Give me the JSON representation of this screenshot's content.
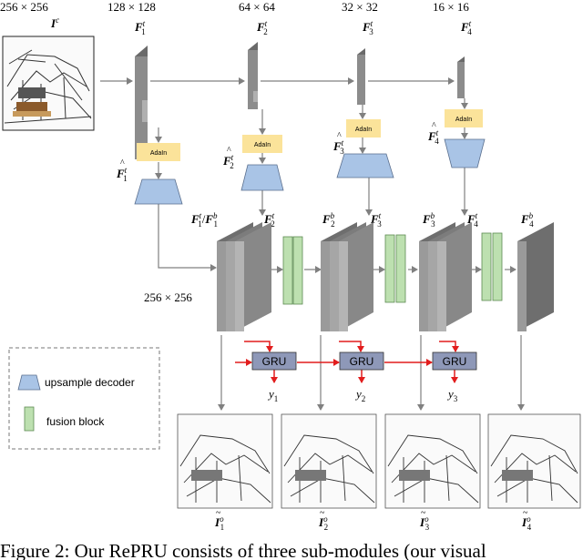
{
  "sizes": {
    "s256_top": "256 × 256",
    "s128": "128 × 128",
    "s64": "64 × 64",
    "s32": "32 × 32",
    "s16": "16 × 16",
    "s256_mid": "256 × 256"
  },
  "labels": {
    "input_base": "I",
    "input_sup": "c",
    "f1": {
      "base": "F",
      "sup": "t",
      "sub": "1"
    },
    "f2": {
      "base": "F",
      "sup": "t",
      "sub": "2"
    },
    "f3": {
      "base": "F",
      "sup": "t",
      "sub": "3"
    },
    "f4": {
      "base": "F",
      "sup": "t",
      "sub": "4"
    },
    "fh1": {
      "base": "F",
      "sup": "t",
      "sub": "1"
    },
    "fh2": {
      "base": "F",
      "sup": "t",
      "sub": "2"
    },
    "fh3": {
      "base": "F",
      "sup": "t",
      "sub": "3"
    },
    "fh4": {
      "base": "F",
      "sup": "t",
      "sub": "4"
    },
    "ft1_fb1_a": {
      "base": "F",
      "sup": "t",
      "sub": "1"
    },
    "ft1_fb1_sep": "/",
    "ft1_fb1_b": {
      "base": "F",
      "sup": "b",
      "sub": "1"
    },
    "ft2": {
      "base": "F",
      "sup": "t",
      "sub": "2"
    },
    "fb2": {
      "base": "F",
      "sup": "b",
      "sub": "2"
    },
    "ft3": {
      "base": "F",
      "sup": "t",
      "sub": "3"
    },
    "fb3": {
      "base": "F",
      "sup": "b",
      "sub": "3"
    },
    "ft4": {
      "base": "F",
      "sup": "t",
      "sub": "4"
    },
    "fb4": {
      "base": "F",
      "sup": "b",
      "sub": "4"
    },
    "io1": {
      "base": "I",
      "sup": "o",
      "sub": "1"
    },
    "io2": {
      "base": "I",
      "sup": "o",
      "sub": "2"
    },
    "io3": {
      "base": "I",
      "sup": "o",
      "sub": "3"
    },
    "io4": {
      "base": "I",
      "sup": "o",
      "sub": "4"
    },
    "y1": {
      "base": "y",
      "sub": "1"
    },
    "y2": {
      "base": "y",
      "sub": "2"
    },
    "y3": {
      "base": "y",
      "sub": "3"
    }
  },
  "adain_label": "AdaIn",
  "gru_label": "GRU",
  "legend": {
    "upsample": "upsample decoder",
    "fusion": "fusion block"
  },
  "caption": "Figure 2: Our RePRU consists of three sub-modules (our visual",
  "colors": {
    "feature": "#7a7a7a",
    "feature_dark": "#5e5e5e",
    "adain": "#fbe39a",
    "decoder": "#a9c4e6",
    "fusion": "#bde0b0",
    "gru": "#8e98b8",
    "arrow": "#808080",
    "red": "#e21d1d"
  },
  "icons": {
    "decoder": "trapezoid-icon",
    "fusion": "green-bar-icon"
  }
}
